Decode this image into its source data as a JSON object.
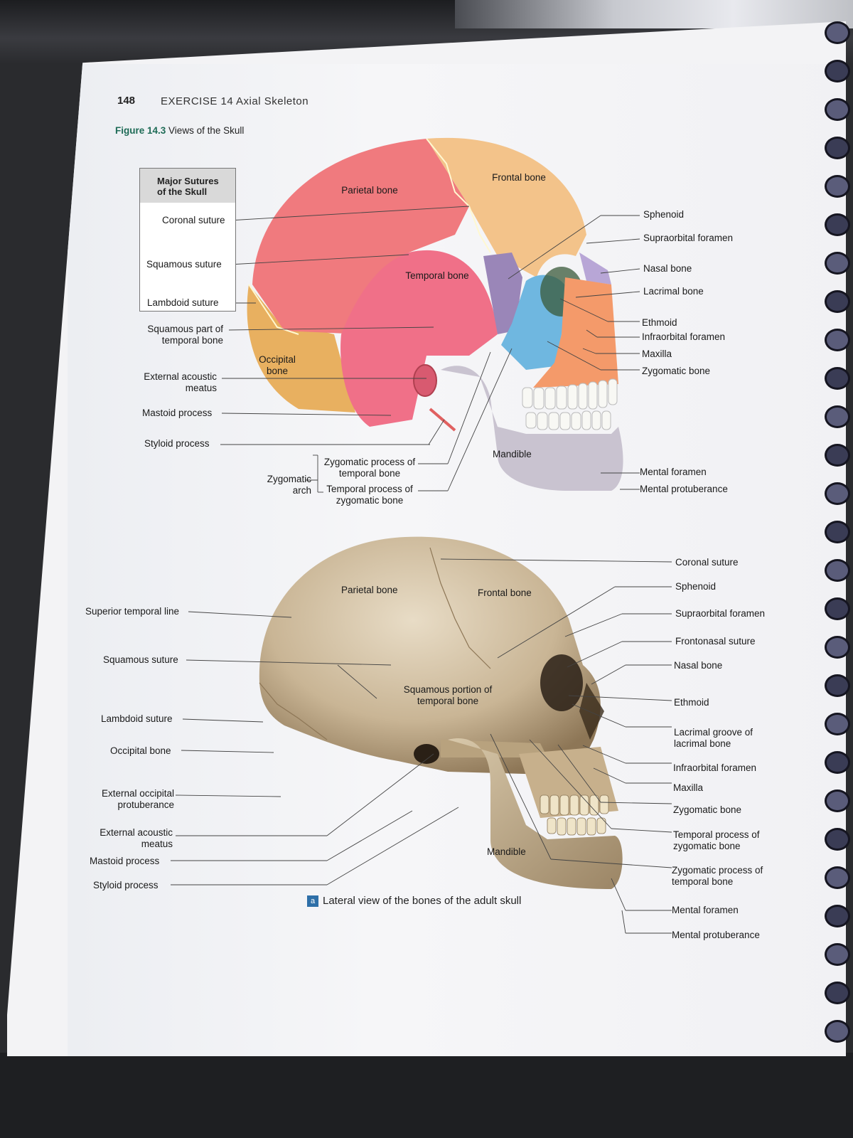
{
  "header": {
    "page_number": "148",
    "exercise": "EXERCISE 14  Axial Skeleton"
  },
  "figure": {
    "number": "Figure 14.3",
    "title": "Views of the Skull"
  },
  "sutures_box": {
    "title_line1": "Major Sutures",
    "title_line2": "of the Skull",
    "items": [
      "Coronal suture",
      "Squamous suture",
      "Lambdoid suture"
    ]
  },
  "colors": {
    "parietal": "#f07a7e",
    "frontal": "#f3c38a",
    "temporal": "#f07088",
    "occipital": "#e8b060",
    "sphenoid": "#9a86b8",
    "zygomatic": "#6fb7e0",
    "maxilla": "#f49a6a",
    "mandible": "#c9c3d0",
    "skull_photo": "#c9b595",
    "caption_tag": "#2e6fa8",
    "figure_number": "#1e6b56"
  },
  "top_skull": {
    "left_labels": [
      "Squamous part of temporal bone",
      "External acoustic meatus",
      "Mastoid process",
      "Styloid process"
    ],
    "inner_labels": {
      "parietal": "Parietal bone",
      "frontal": "Frontal bone",
      "temporal": "Temporal bone",
      "occipital": "Occipital bone",
      "mandible": "Mandible"
    },
    "zygomatic_arch": {
      "label": "Zygomatic arch",
      "items": [
        "Zygomatic process of temporal bone",
        "Temporal process of zygomatic bone"
      ]
    },
    "right_labels": [
      "Sphenoid",
      "Supraorbital foramen",
      "Nasal bone",
      "Lacrimal bone",
      "Ethmoid",
      "Infraorbital foramen",
      "Maxilla",
      "Zygomatic bone",
      "Mental foramen",
      "Mental protuberance"
    ]
  },
  "bottom_skull": {
    "left_labels": [
      "Superior temporal line",
      "Squamous suture",
      "Lambdoid suture",
      "Occipital bone",
      "External occipital protuberance",
      "External acoustic meatus",
      "Mastoid process",
      "Styloid process"
    ],
    "inner_labels": {
      "parietal": "Parietal bone",
      "frontal": "Frontal bone",
      "squamous": "Squamous portion of temporal bone",
      "mandible": "Mandible"
    },
    "right_labels": [
      "Coronal suture",
      "Sphenoid",
      "Supraorbital foramen",
      "Frontonasal suture",
      "Nasal bone",
      "Ethmoid",
      "Lacrimal groove of lacrimal bone",
      "Infraorbital foramen",
      "Maxilla",
      "Zygomatic bone",
      "Temporal process of zygomatic bone",
      "Zygomatic process of temporal bone",
      "Mental foramen",
      "Mental protuberance"
    ]
  },
  "caption": {
    "tag": "a",
    "text": "Lateral view of the bones of the adult skull"
  }
}
